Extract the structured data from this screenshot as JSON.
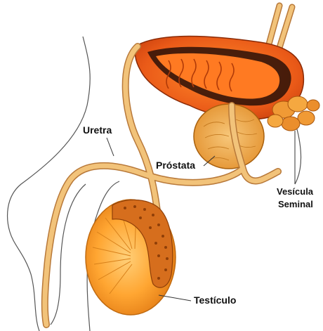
{
  "labels": {
    "urethra": "Uretra",
    "prostate": "Próstata",
    "seminal_vesicle_line1": "Vesícula",
    "seminal_vesicle_line2": "Seminal",
    "testicle": "Testículo"
  },
  "colors": {
    "outline": "#555555",
    "urethra_tube": "#f2c37a",
    "urethra_tube_edge": "#b8793a",
    "bladder": "#e0541a",
    "bladder_inner": "#ff7a22",
    "bladder_dark": "#2a1008",
    "prostate": "#f2b15a",
    "prostate_inner": "#d98a2e",
    "vesicle": "#f09a35",
    "testis": "#ffa632",
    "epididymis": "#d66e1d"
  }
}
